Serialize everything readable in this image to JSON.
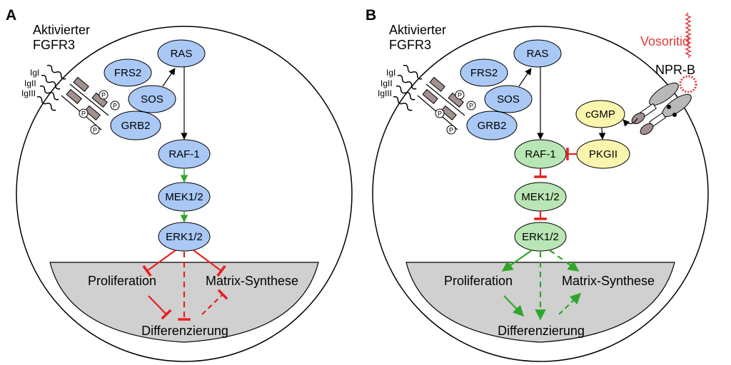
{
  "panel_a": {
    "letter": "A",
    "receptor_label_1": "Aktivierter",
    "receptor_label_2": "FGFR3",
    "ig_labels": [
      "IgI",
      "IgII",
      "IgIII"
    ],
    "phospho": "P",
    "nodes": {
      "ras": "RAS",
      "frs2": "FRS2",
      "sos": "SOS",
      "grb2": "GRB2",
      "raf1": "RAF-1",
      "mek": "MEK1/2",
      "erk": "ERK1/2"
    },
    "outcomes": {
      "proliferation": "Proliferation",
      "matrix": "Matrix-Synthese",
      "differentiation": "Differenzierung"
    }
  },
  "panel_b": {
    "letter": "B",
    "receptor_label_1": "Aktivierter",
    "receptor_label_2": "FGFR3",
    "ig_labels": [
      "IgI",
      "IgII",
      "IgIII"
    ],
    "phospho": "P",
    "drug": "Vosoritid",
    "npr": "NPR-B",
    "nodes": {
      "ras": "RAS",
      "frs2": "FRS2",
      "sos": "SOS",
      "grb2": "GRB2",
      "raf1": "RAF-1",
      "mek": "MEK1/2",
      "erk": "ERK1/2",
      "cgmp": "cGMP",
      "pkgii": "PKGII"
    },
    "outcomes": {
      "proliferation": "Proliferation",
      "matrix": "Matrix-Synthese",
      "differentiation": "Differenzierung"
    }
  },
  "colors": {
    "blue_node": "#a9c8f5",
    "green_node": "#b9e6b5",
    "yellow_node": "#fbf6ae",
    "activation_green": "#2ea62a",
    "inhibition_red": "#e8201e",
    "nucleus_gray": "#d0d0d0",
    "receptor_brown": "#a3918f",
    "npr_gray": "#b8b8b8",
    "drug_red": "#e03a3a"
  },
  "icons": [
    "phosphate-icon",
    "wavy-ig-domain-icon",
    "npr-b-receptor-icon",
    "vosoritid-peptide-icon"
  ]
}
